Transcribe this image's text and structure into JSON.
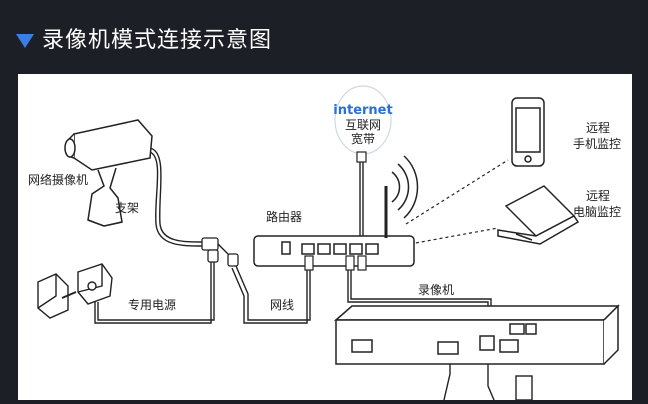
{
  "header": {
    "title": "录像机模式连接示意图"
  },
  "labels": {
    "camera": "网络摄像机",
    "stand": "支架",
    "power": "专用电源",
    "cable": "网线",
    "router": "路由器",
    "nvr": "录像机",
    "internet_en": "internet",
    "internet_cn_1": "互联网",
    "internet_cn_2": "宽带",
    "remote_phone_1": "远程",
    "remote_phone_2": "手机监控",
    "remote_pc_1": "远程",
    "remote_pc_2": "电脑监控"
  },
  "colors": {
    "accent": "#3b7fe6",
    "header_bg": "#1c1f26",
    "line": "#222222",
    "internet_blue": "#2a6fd6"
  }
}
